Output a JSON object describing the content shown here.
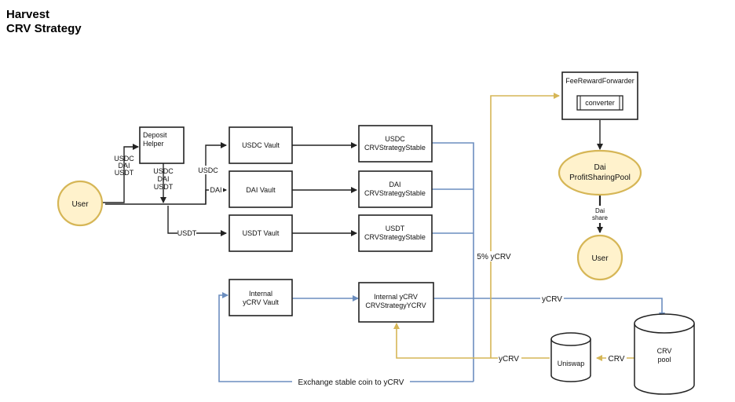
{
  "title": {
    "line1": "Harvest",
    "line2": "CRV Strategy"
  },
  "nodes": {
    "user_left": "User",
    "deposit_helper": {
      "line1": "Deposit",
      "line2": "Helper"
    },
    "usdc_vault": "USDC Vault",
    "dai_vault": "DAI Vault",
    "usdt_vault": "USDT Vault",
    "internal_vault": {
      "line1": "Internal",
      "line2": "yCRV Vault"
    },
    "usdc_strategy": {
      "line1": "USDC",
      "line2": "CRVStrategyStable"
    },
    "dai_strategy": {
      "line1": "DAI",
      "line2": "CRVStrategyStable"
    },
    "usdt_strategy": {
      "line1": "USDT",
      "line2": "CRVStrategyStable"
    },
    "internal_strategy": {
      "line1": "Internal yCRV",
      "line2": "CRVStrategyYCRV"
    },
    "fee_forwarder": "FeeRewardForwarder",
    "converter": "converter",
    "profit_pool": {
      "line1": "Dai",
      "line2": "ProfitSharingPool"
    },
    "user_right": "User",
    "uniswap": "Uniswap",
    "crv_pool": {
      "line1": "CRV",
      "line2": "pool"
    }
  },
  "edge_labels": {
    "user_to_helper": [
      "USDC",
      "DAI",
      "USDT"
    ],
    "helper_out": [
      "USDC",
      "DAI",
      "USDT"
    ],
    "to_usdc_vault": "USDC",
    "to_dai_vault": "DAI",
    "to_usdt_vault": "USDT",
    "five_pct": "5% yCRV",
    "ycrv_to_pool": "yCRV",
    "ycrv_from_uniswap": "yCRV",
    "crv_to_uniswap": "CRV",
    "exchange": "Exchange stable coin to yCRV",
    "dai_share": [
      "Dai",
      "share"
    ]
  },
  "colors": {
    "gold_line": "#d6b656",
    "blue_line": "#6c8ebf",
    "user_fill": "#fff2cc"
  }
}
